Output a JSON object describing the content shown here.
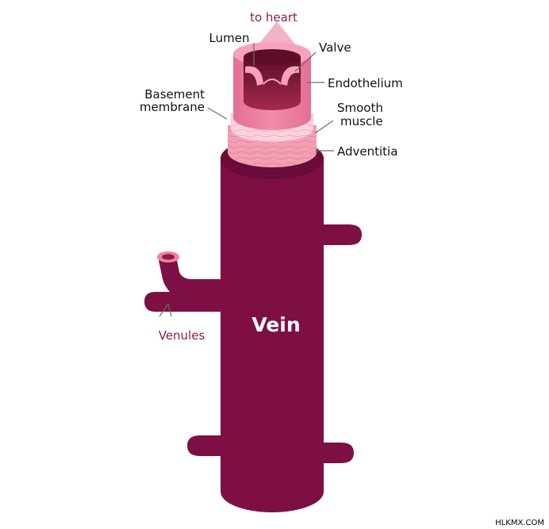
{
  "labels": {
    "direction": "to heart",
    "lumen": "Lumen",
    "valve": "Valve",
    "endothelium": "Endothelium",
    "basement_line1": "Basement",
    "basement_line2": "membrane",
    "smooth_line1": "Smooth",
    "smooth_line2": "muscle",
    "adventitia": "Adventitia",
    "vein": "Vein",
    "venules": "Venules"
  },
  "credit": "HLKMX.COM",
  "colors": {
    "vein": "#7e0f44",
    "vein_shade": "#6a0b39",
    "lumen_interior": "#8b1f3c",
    "endothelium": "#f07fa0",
    "endothelium_light": "#f7a2ba",
    "basement": "#fbd3dc",
    "smooth_muscle": "#f4a0b3",
    "arrow": "#f2b3c6",
    "accent_text": "#8c1a4f"
  }
}
